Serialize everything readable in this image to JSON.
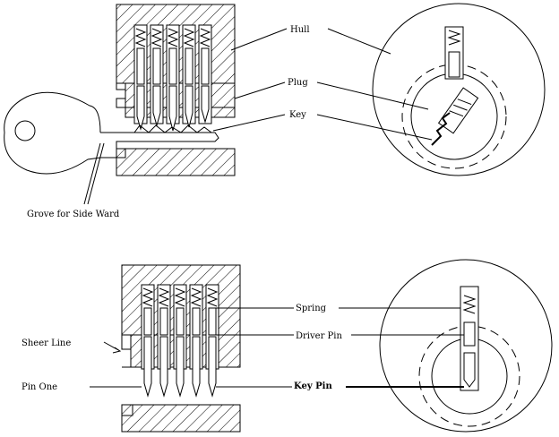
{
  "labels": {
    "hull": "Hull",
    "plug": "Plug",
    "key": "Key",
    "grove": "Grove for Side Ward",
    "spring": "Spring",
    "sheer_line": "Sheer Line",
    "driver_pin": "Driver Pin",
    "pin_one": "Pin One",
    "key_pin": "Key Pin"
  }
}
